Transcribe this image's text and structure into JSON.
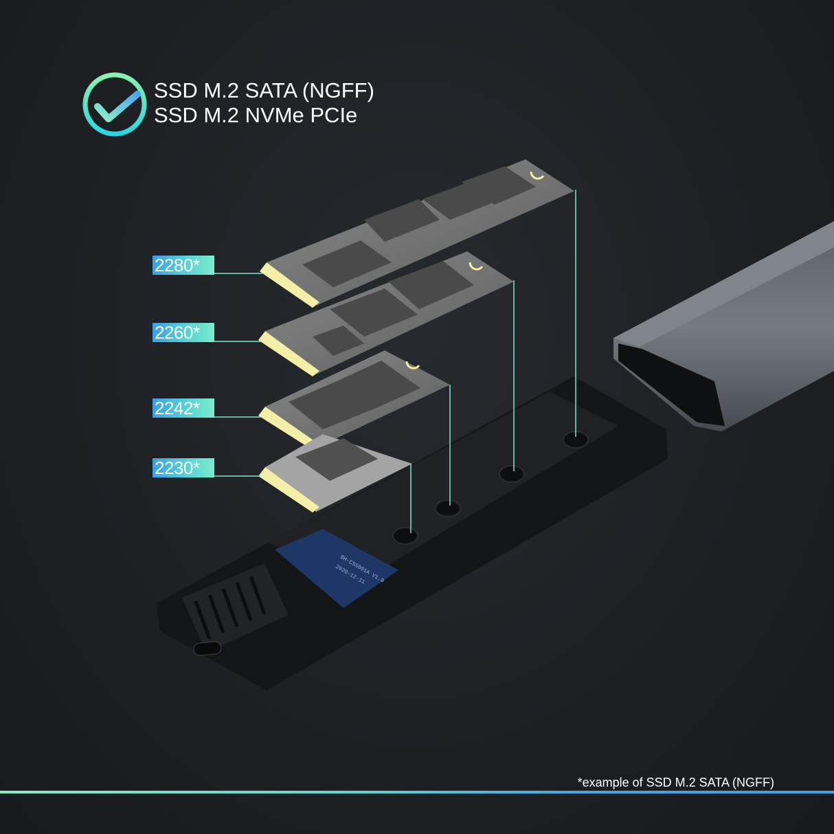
{
  "heading": {
    "line1": "SSD M.2 SATA (NGFF)",
    "line2": "SSD M.2 NVMe PCIe",
    "icon": "check-circle-icon"
  },
  "sizes": [
    {
      "label": "2280*"
    },
    {
      "label": "2260*"
    },
    {
      "label": "2242*"
    },
    {
      "label": "2230*"
    }
  ],
  "pcb": {
    "line1": "BH-CSS001A V1.0",
    "line2": "2020-12-11"
  },
  "footnote": "*example of SSD M.2 SATA (NGFF)",
  "colors": {
    "accent_blue": "#3d9fe4",
    "accent_teal": "#7beccc",
    "background": "#1d2023"
  }
}
